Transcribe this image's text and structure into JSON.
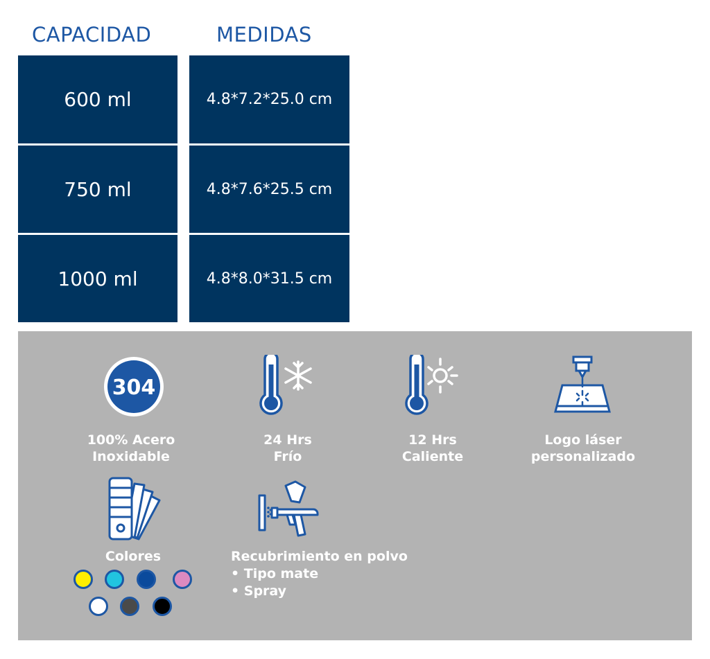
{
  "headers": {
    "capacity": "CAPACIDAD",
    "measures": "MEDIDAS"
  },
  "rows": [
    {
      "capacity": "600 ml",
      "measures": "4.8*7.2*25.0 cm"
    },
    {
      "capacity": "750 ml",
      "measures": "4.8*7.6*25.5 cm"
    },
    {
      "capacity": "1000 ml",
      "measures": "4.8*8.0*31.5 cm"
    }
  ],
  "features": {
    "steel": {
      "badge": "304",
      "line1": "100% Acero",
      "line2": "Inoxidable",
      "icon": "steel-304-badge-icon"
    },
    "cold": {
      "line1": "24 Hrs",
      "line2": "Frío",
      "icon": "thermometer-snowflake-icon"
    },
    "hot": {
      "line1": "12 Hrs",
      "line2": "Caliente",
      "icon": "thermometer-sun-icon"
    },
    "laser": {
      "line1": "Logo láser",
      "line2": "personalizado",
      "icon": "laser-engraving-icon"
    },
    "colors": {
      "label": "Colores",
      "icon": "color-swatch-icon"
    },
    "coating": {
      "line1": "Recubrimiento en polvo",
      "line2": "• Tipo mate",
      "line3": "• Spray",
      "icon": "spray-gun-icon"
    }
  },
  "colors": {
    "icon_stroke": "#1d57a4",
    "cell_bg": "#00345f",
    "panel_bg": "#b3b3b3",
    "swatches": [
      "#ffee00",
      "#21c4e0",
      "#0b4a9c",
      "#dc8ac0",
      "#ffffff",
      "#4a4a4a",
      "#000000"
    ]
  }
}
